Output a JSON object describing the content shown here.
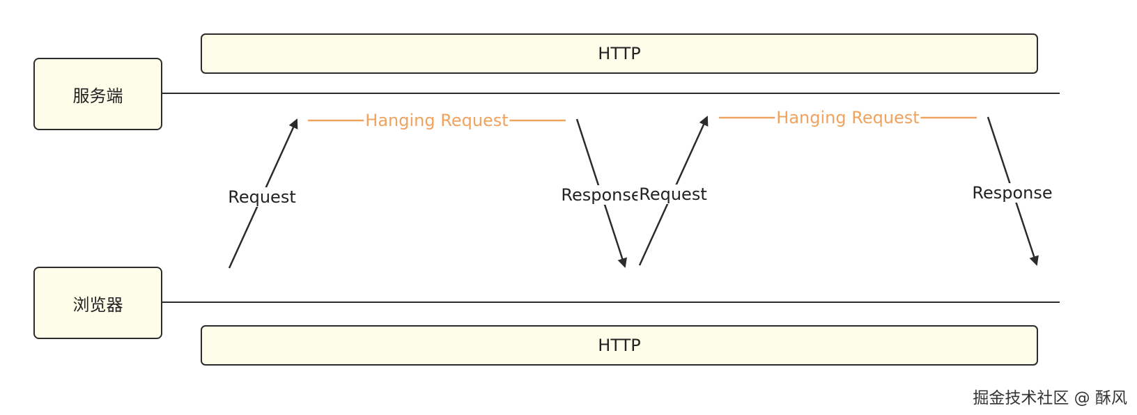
{
  "protocol_bars": {
    "top_label": "HTTP",
    "bottom_label": "HTTP"
  },
  "nodes": {
    "server": "服务端",
    "browser": "浏览器"
  },
  "arrows": {
    "request_1": "Request",
    "hanging_1": "Hanging Request",
    "response_1": "Response",
    "request_2": "Request",
    "hanging_2": "Hanging Request",
    "response_2": "Response"
  },
  "colors": {
    "hanging_line": "#f0a35e",
    "box_fill": "#fdfde9",
    "stroke": "#2b2b2b"
  },
  "watermark": "掘金技术社区 @ 酥风"
}
